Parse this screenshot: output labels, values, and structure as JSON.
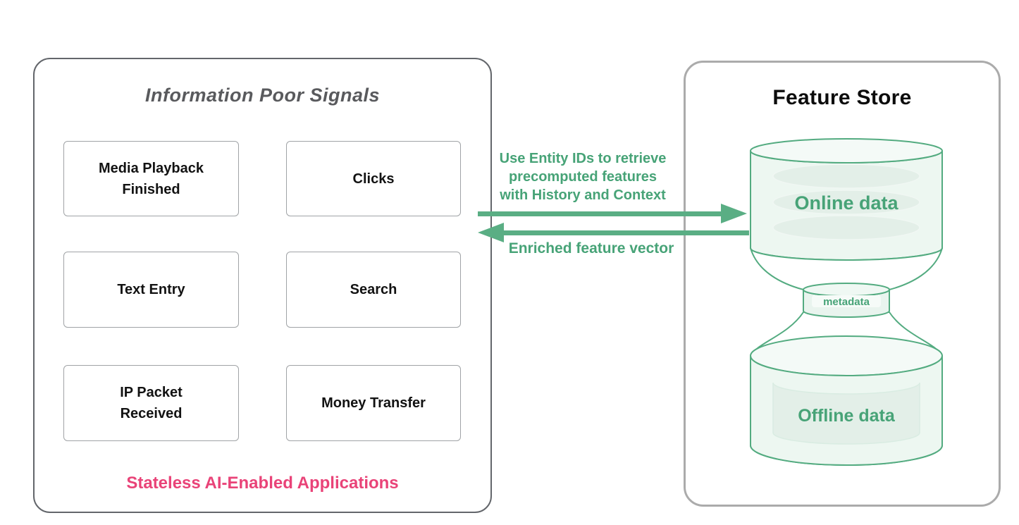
{
  "left_panel": {
    "title": "Information Poor Signals",
    "signals": [
      {
        "label": "Media Playback Finished"
      },
      {
        "label": "Clicks"
      },
      {
        "label": "Text Entry"
      },
      {
        "label": "Search"
      },
      {
        "label": "IP Packet Received"
      },
      {
        "label": "Money Transfer"
      }
    ],
    "footer": "Stateless AI-Enabled Applications"
  },
  "flow": {
    "request_lines": [
      "Use Entity IDs to retrieve",
      "precomputed features",
      "with History and Context"
    ],
    "response_label": "Enriched feature vector"
  },
  "feature_store": {
    "title": "Feature Store",
    "online_label": "Online data",
    "metadata_label": "metadata",
    "offline_label": "Offline data"
  },
  "colors": {
    "green_stroke": "#53ab80",
    "green_arrow": "#5aae84",
    "green_text": "#47a377",
    "green_fill_body": "#edf7f1",
    "green_fill_rim": "#f4faf7",
    "green_fill_disk": "#e3efe8",
    "pink_text": "#e94378",
    "left_panel_border": "#63666b",
    "right_panel_border": "#ababab",
    "signal_box_border": "#a0a3a6",
    "title_gray": "#595a5d"
  }
}
